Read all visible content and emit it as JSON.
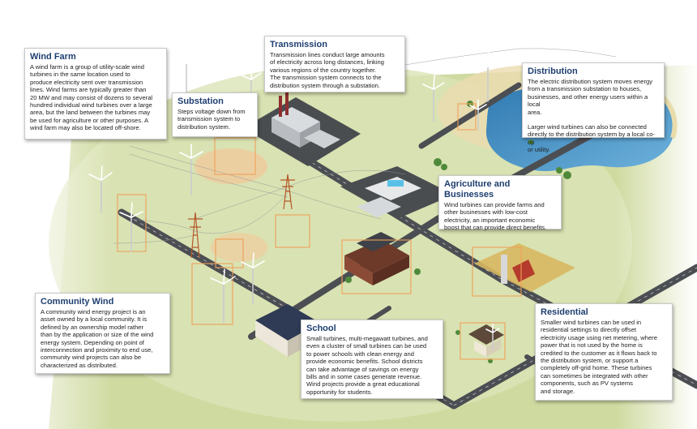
{
  "callouts": {
    "wind_farm": {
      "title": "Wind Farm",
      "body": "A wind farm is a group of utility-scale wind\nturbines in the same location used to\nproduce electricity sent over transmission\nlines.  Wind farms are typically greater than\n20 MW and may consist of dozens to several\nhundred individual wind turbines over a large\narea, but the land between the turbines may\nbe used for agriculture or other purposes.  A\nwind farm may also be located off-shore."
    },
    "substation": {
      "title": "Substation",
      "body": "Steps voltage down from\ntransmission system to\ndistribution system."
    },
    "transmission": {
      "title": "Transmission",
      "body": "Transmission lines conduct large amounts\nof electricity across long distances, linking\nvarious regions of the country together.\nThe transmission system connects to the\ndistribution system through a substation."
    },
    "distribution": {
      "title": "Distribution",
      "body": "The electric distribution system moves energy\nfrom a transmission substation to houses,\nbusinesses, and other energy users within a local\narea.",
      "body2": "Larger wind turbines can also be connected\ndirectly to the distribution system by a local co-op\nor utility."
    },
    "agriculture": {
      "title": "Agriculture and\nBusinesses",
      "body": "Wind turbines can provide farms and\nother businesses with low-cost\nelectricity, an important economic\nboost that can provide direct benefits."
    },
    "community_wind": {
      "title": "Community Wind",
      "body": "A community wind energy project is an\nasset owned by a local community. It is\ndefined by an ownership model rather\nthan by the application or size of the wind\nenergy system. Depending on point of\ninterconnection and proximity to end use,\ncommunity wind projects can also be\ncharacterized as distributed."
    },
    "school": {
      "title": "School",
      "body": "Small turbines, multi-megawatt turbines, and\neven a cluster of small turbines can be used\nto power schools with clean energy and\nprovide economic benefits. School districts\ncan take advantage of savings on energy\nbills and in some cases generate revenue.\nWind projects provide a great educational\nopportunity for students."
    },
    "residential": {
      "title": "Residential",
      "body": "Smaller wind turbines can be used in\nresidential settings to directly offset\nelectricity usage using net metering, where\npower that is not used by the home is\ncredited to the customer as it flows back to\nthe distribution system, or support a\ncompletely off-grid home.  These turbines\ncan sometimes be integrated with other\ncomponents, such as PV systems\nand storage."
    }
  },
  "colors": {
    "title": "#1f3f70",
    "ground": "#d3dea6",
    "road": "#4a4d50",
    "water": "#3f8fc4",
    "highlight": "#f0a05a"
  }
}
